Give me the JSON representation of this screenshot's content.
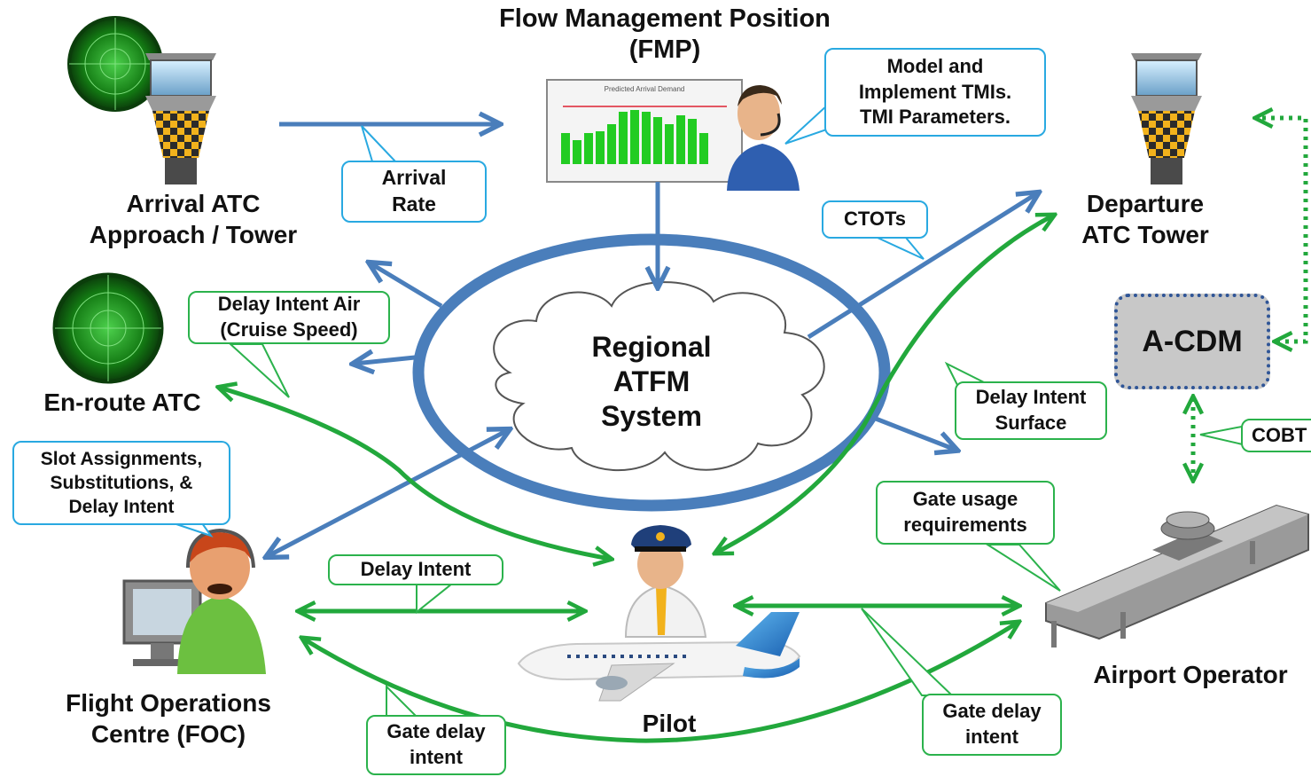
{
  "central_system": "Regional\nATFM\nSystem",
  "nodes": {
    "fmp_line1": "Flow Management Position",
    "fmp_line2": "(FMP)",
    "arrival_line1": "Arrival ATC",
    "arrival_line2": "Approach / Tower",
    "departure_line1": "Departure",
    "departure_line2": "ATC Tower",
    "enroute": "En-route ATC",
    "foc_line1": "Flight Operations",
    "foc_line2": "Centre (FOC)",
    "pilot": "Pilot",
    "airport": "Airport Operator",
    "acdm": "A-CDM"
  },
  "callouts": {
    "arrival_rate": "Arrival\nRate",
    "model_tmis": "Model and\nImplement TMIs.\nTMI Parameters.",
    "ctots": "CTOTs",
    "delay_intent_air": "Delay Intent Air\n(Cruise Speed)",
    "delay_intent_surface": "Delay Intent\nSurface",
    "cobt": "COBT",
    "slot_assignments": "Slot Assignments,\nSubstitutions, &\nDelay Intent",
    "gate_usage": "Gate usage\nrequirements",
    "delay_intent": "Delay Intent",
    "gate_delay_left": "Gate delay\nintent",
    "gate_delay_right": "Gate delay\nintent"
  },
  "monitor_chart_title": "Predicted Arrival Demand",
  "colors": {
    "blue_arrow": "#4a7ebb",
    "green_arrow": "#22a83c",
    "callout_blue": "#29a9e1",
    "callout_green": "#2bb24c",
    "acdm_fill": "#c8c8c8",
    "radar": "#1e8a1e"
  }
}
